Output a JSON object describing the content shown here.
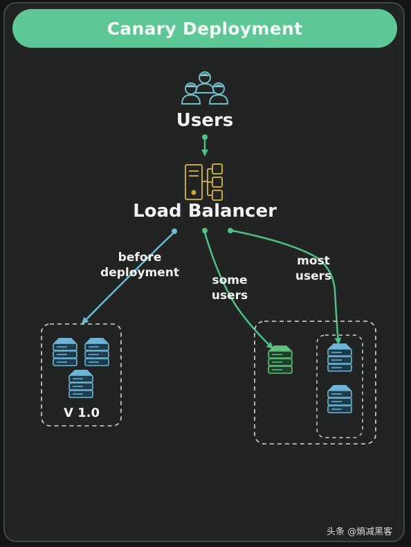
{
  "title": "Canary Deployment",
  "nodes": {
    "users": {
      "label": "Users",
      "icon": "users-group-icon"
    },
    "load_balancer": {
      "label": "Load Balancer",
      "icon": "load-balancer-icon"
    },
    "v1_group": {
      "label": "V 1.0",
      "icon": "server-stack-icon"
    }
  },
  "edges": {
    "before": {
      "line1": "before",
      "line2": "deployment"
    },
    "some": {
      "line1": "some",
      "line2": "users"
    },
    "most": {
      "line1": "most",
      "line2": "users"
    }
  },
  "watermark": "头条 @熵减黑客",
  "colors": {
    "background": "#222423",
    "title_bar": "#5ec796",
    "arrow_green": "#4fc086",
    "arrow_blue": "#6bbcd6",
    "server_blue": "#6fb4d4",
    "server_green": "#5fbf7a",
    "users_teal": "#6fc0c8",
    "lb_yellow": "#c9a93b"
  }
}
